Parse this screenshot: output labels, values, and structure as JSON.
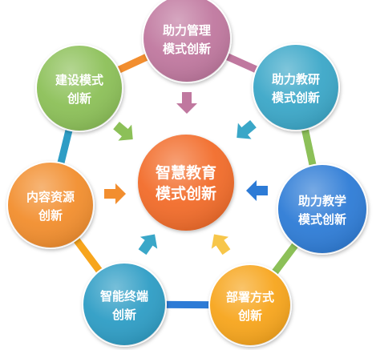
{
  "center": {
    "line1": "智慧教育",
    "line2": "模式创新",
    "color": "#F26C2B"
  },
  "nodes": [
    {
      "id": "management",
      "line1": "助力管理",
      "line2": "模式创新",
      "color": "#C0789F"
    },
    {
      "id": "research",
      "line1": "助力教研",
      "line2": "模式创新",
      "color": "#3AA7C8"
    },
    {
      "id": "teaching",
      "line1": "助力教学",
      "line2": "模式创新",
      "color": "#2D7BD6"
    },
    {
      "id": "deployment",
      "line1": "部署方式",
      "line2": "创新",
      "color": "#F7A51D"
    },
    {
      "id": "terminal",
      "line1": "智能终端",
      "line2": "创新",
      "color": "#2E9DC5"
    },
    {
      "id": "resources",
      "line1": "内容资源",
      "line2": "创新",
      "color": "#F28E2F"
    },
    {
      "id": "construction",
      "line1": "建设模式",
      "line2": "创新",
      "color": "#8CC058"
    }
  ],
  "arrow_colors": {
    "management": "#C0789F",
    "research": "#3AA7C8",
    "teaching": "#2D7BD6",
    "deployment": "#F7C64A",
    "terminal": "#3AA7C8",
    "resources": "#F28E2F",
    "construction": "#8CC058"
  },
  "ring_segment_colors": [
    "#C0789F",
    "#8C7A6B",
    "#8CC058",
    "#2D7BD6",
    "#F7A51D",
    "#2E9DC5",
    "#F28E2F",
    "#8CC058"
  ]
}
